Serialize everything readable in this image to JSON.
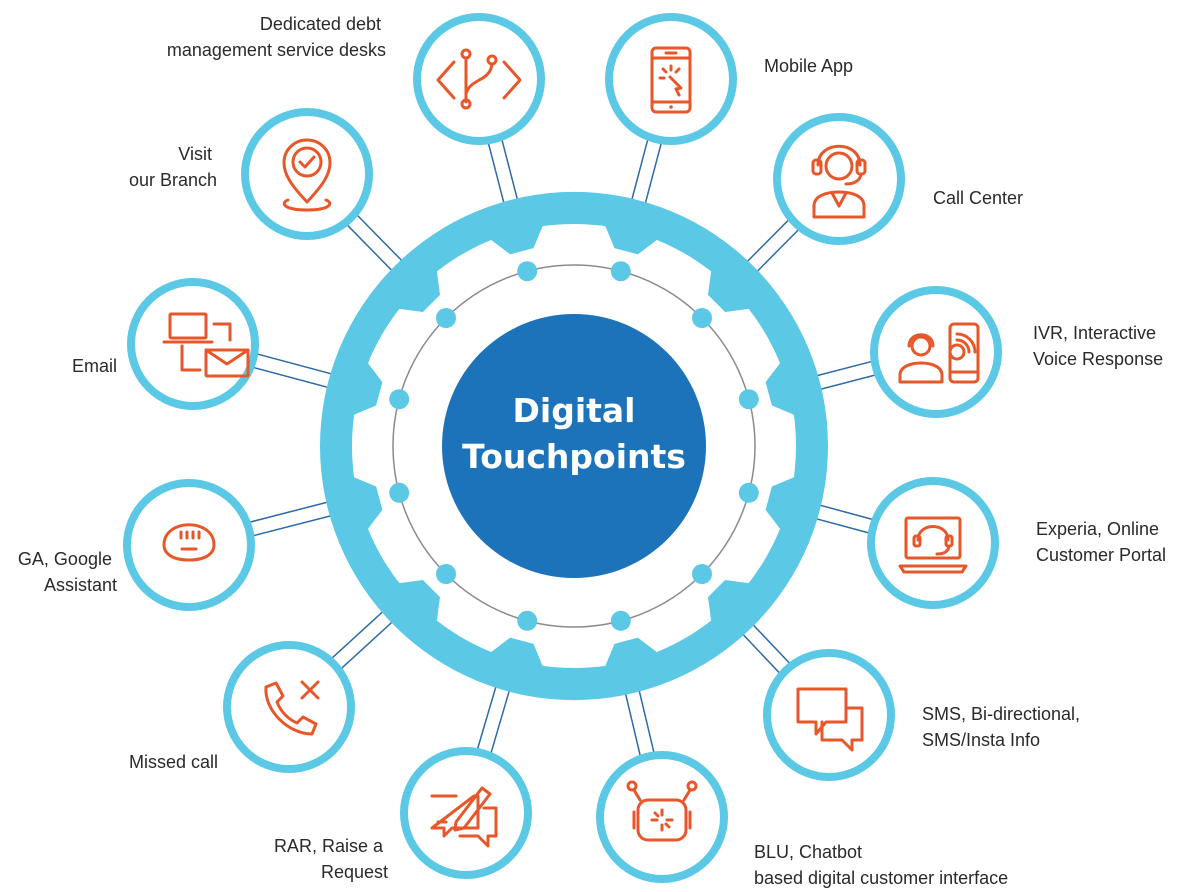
{
  "center": {
    "line1": "Digital",
    "line2": "Touchpoints"
  },
  "colors": {
    "ring": "#5bc8e6",
    "center": "#1c73b9",
    "icon": "#e8572a",
    "connector": "#2d6aa6",
    "dot": "#5bc8e6"
  },
  "touchpoints": [
    {
      "icon": "code-branch-icon",
      "lines": [
        "Dedicated debt",
        "management service desks"
      ]
    },
    {
      "icon": "tablet-tap-icon",
      "lines": [
        "Mobile App"
      ]
    },
    {
      "icon": "headset-agent-icon",
      "lines": [
        "Call Center"
      ]
    },
    {
      "icon": "ivr-agent-phone-icon",
      "lines": [
        "IVR, Interactive",
        "Voice Response"
      ]
    },
    {
      "icon": "laptop-headset-icon",
      "lines": [
        "Experia, Online",
        "Customer Portal"
      ]
    },
    {
      "icon": "chat-bubbles-icon",
      "lines": [
        "SMS, Bi-directional,",
        "SMS/Insta Info"
      ]
    },
    {
      "icon": "chatbot-icon",
      "lines": [
        "BLU, Chatbot",
        "based digital customer interface"
      ]
    },
    {
      "icon": "chat-pen-icon",
      "lines": [
        "RAR, Raise a",
        "Request"
      ]
    },
    {
      "icon": "phone-missed-icon",
      "lines": [
        "Missed call"
      ]
    },
    {
      "icon": "smart-speaker-icon",
      "lines": [
        "GA, Google",
        "Assistant"
      ]
    },
    {
      "icon": "email-devices-icon",
      "lines": [
        "Email"
      ]
    },
    {
      "icon": "location-pin-icon",
      "lines": [
        "Visit",
        "our Branch"
      ]
    }
  ]
}
